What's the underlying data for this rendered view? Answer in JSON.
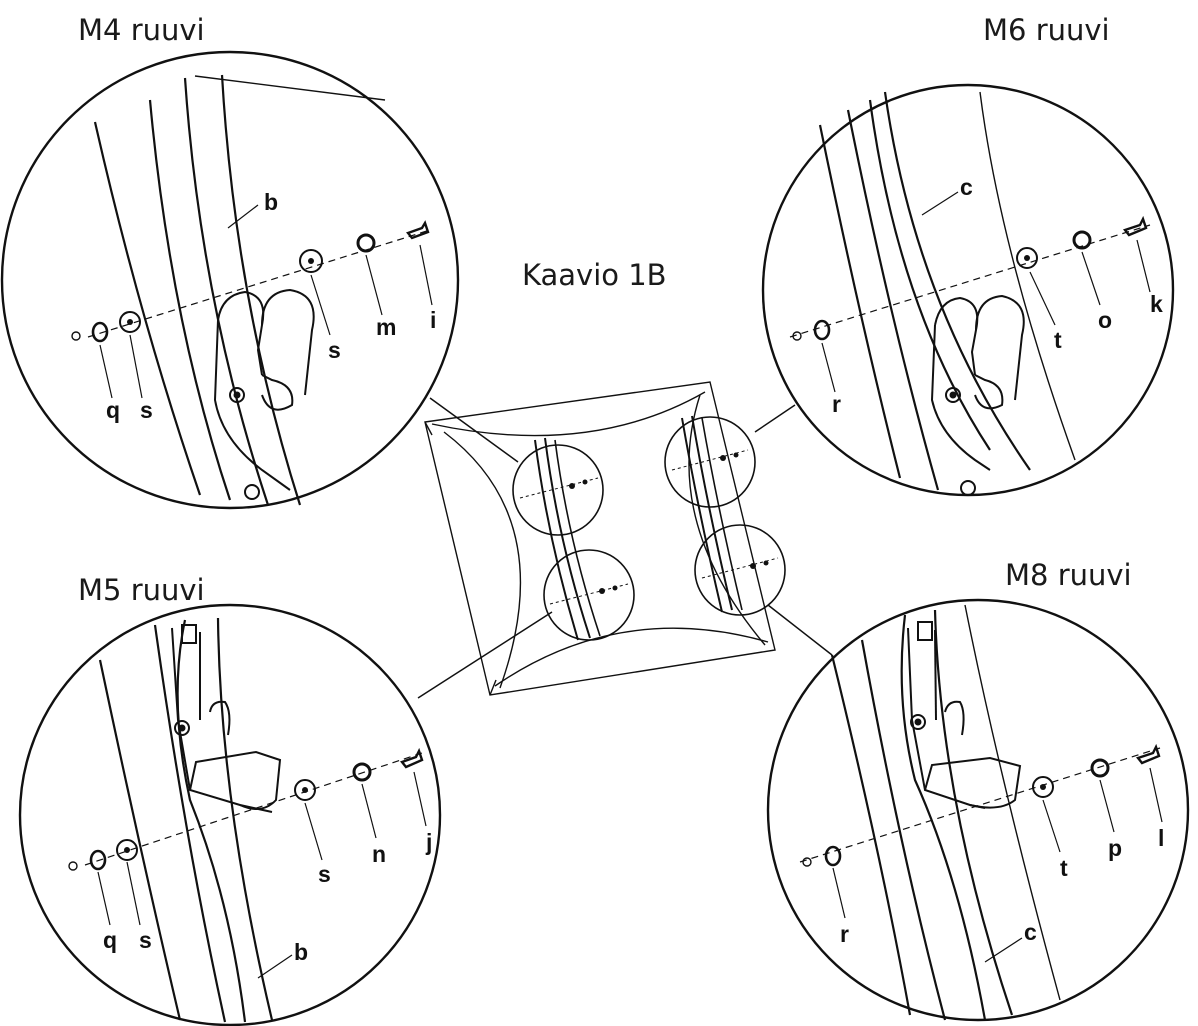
{
  "diagram_title": "Kaavio 1B",
  "panels": {
    "top_left": {
      "title": "M4 ruuvi",
      "labels": {
        "part": "b",
        "washer_front": "s",
        "nut": "m",
        "screw": "i",
        "insert": "q",
        "washer_back": "s"
      }
    },
    "top_right": {
      "title": "M6 ruuvi",
      "labels": {
        "part": "c",
        "washer_front": "t",
        "nut": "o",
        "screw": "k",
        "insert": "r"
      }
    },
    "bottom_left": {
      "title": "M5 ruuvi",
      "labels": {
        "part": "b",
        "washer_front": "s",
        "nut": "n",
        "screw": "j",
        "insert": "q",
        "washer_back": "s"
      }
    },
    "bottom_right": {
      "title": "M8 ruuvi",
      "labels": {
        "part": "c",
        "washer_front": "t",
        "nut": "p",
        "screw": "l",
        "insert": "r"
      }
    }
  },
  "colors": {
    "ink": "#111111",
    "background": "#ffffff"
  }
}
